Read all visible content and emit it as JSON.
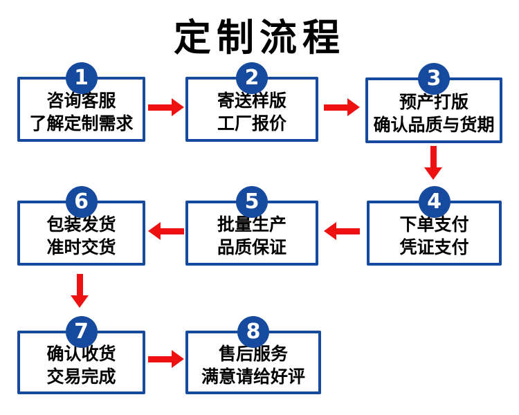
{
  "title": "定制流程",
  "colors": {
    "blue": "#164a9e",
    "red": "#ee1111",
    "text": "#000000"
  },
  "steps": [
    {
      "number": "1",
      "line1": "咨询客服",
      "line2": "了解定制需求"
    },
    {
      "number": "2",
      "line1": "寄送样版",
      "line2": "工厂报价"
    },
    {
      "number": "3",
      "line1": "预产打版",
      "line2": "确认品质与货期"
    },
    {
      "number": "4",
      "line1": "下单支付",
      "line2": "凭证支付"
    },
    {
      "number": "5",
      "line1": "批量生产",
      "line2": "品质保证"
    },
    {
      "number": "6",
      "line1": "包装发货",
      "line2": "准时交货"
    },
    {
      "number": "7",
      "line1": "确认收货",
      "line2": "交易完成"
    },
    {
      "number": "8",
      "line1": "售后服务",
      "line2": "满意请给好评"
    }
  ],
  "flow": [
    {
      "from": "1",
      "to": "2",
      "direction": "right"
    },
    {
      "from": "2",
      "to": "3",
      "direction": "right"
    },
    {
      "from": "3",
      "to": "4",
      "direction": "down"
    },
    {
      "from": "4",
      "to": "5",
      "direction": "left"
    },
    {
      "from": "5",
      "to": "6",
      "direction": "left"
    },
    {
      "from": "6",
      "to": "7",
      "direction": "down"
    },
    {
      "from": "7",
      "to": "8",
      "direction": "right"
    }
  ]
}
